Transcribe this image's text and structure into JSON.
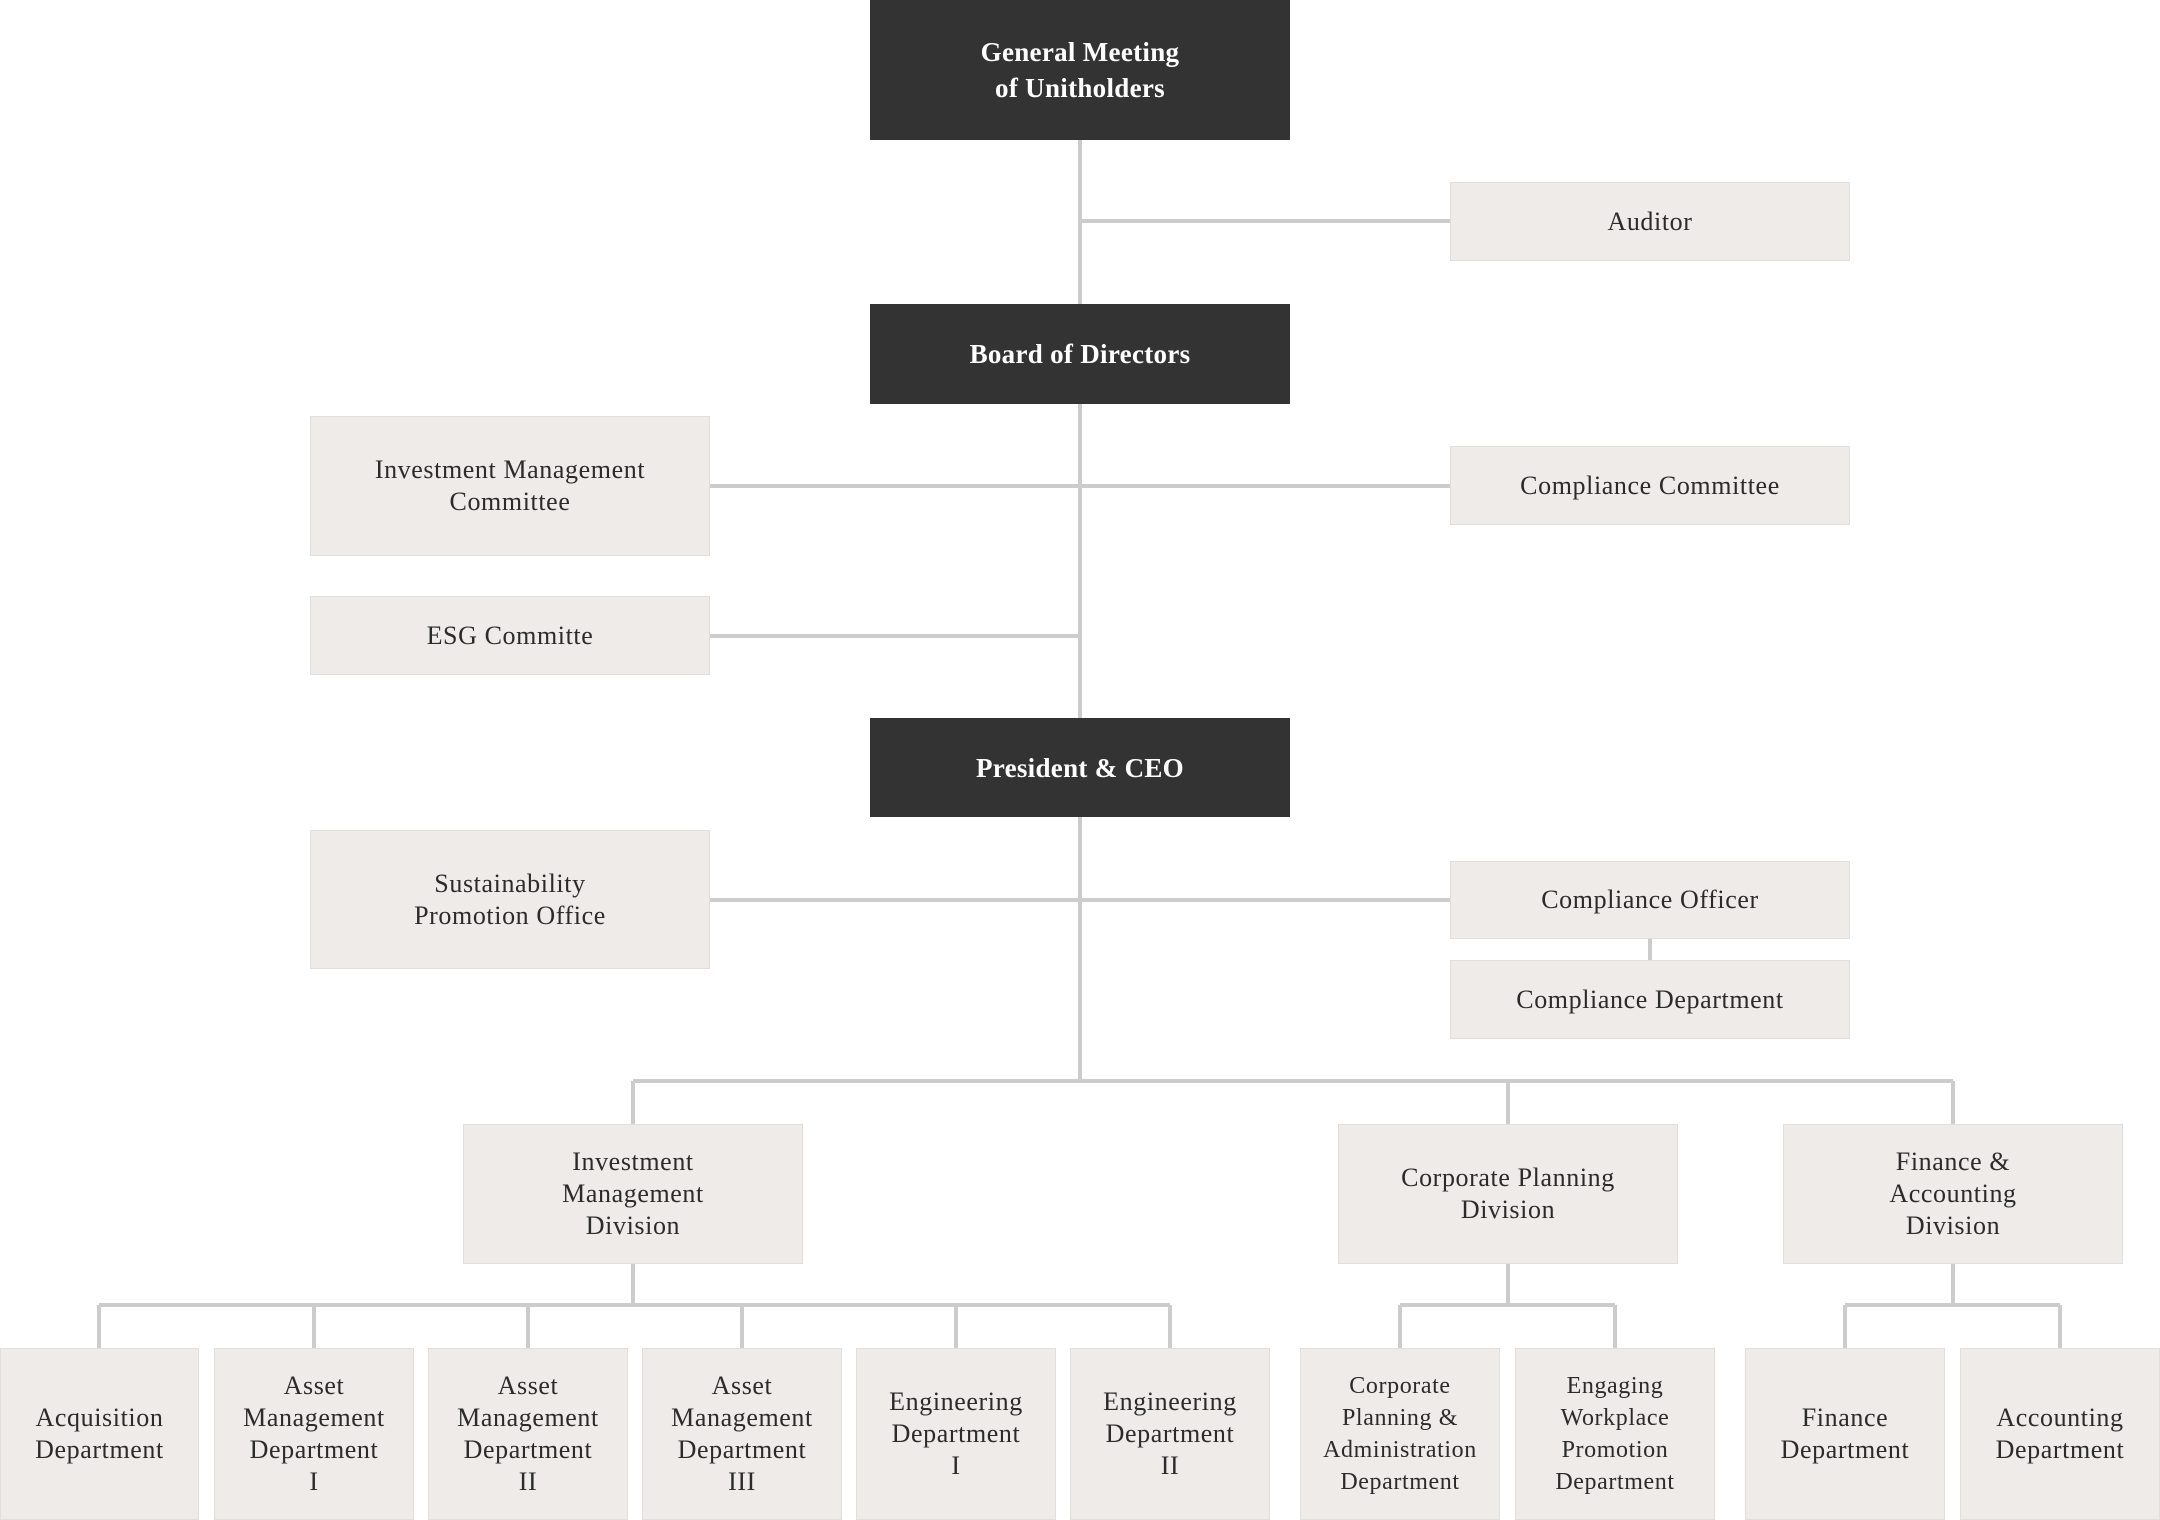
{
  "nodes": {
    "gm": "General Meeting\nof Unitholders",
    "auditor": "Auditor",
    "board": "Board of Directors",
    "imc": "Investment Management\nCommittee",
    "cc": "Compliance Committee",
    "esg": "ESG Committe",
    "ceo": "President & CEO",
    "spo": "Sustainability\nPromotion Office",
    "co": "Compliance Officer",
    "cd": "Compliance Department",
    "imd": "Investment\nManagement\nDivision",
    "cpd": "Corporate Planning\nDivision",
    "fad": "Finance &\nAccounting\nDivision",
    "acq": "Acquisition\nDepartment",
    "am1": "Asset\nManagement\nDepartment\nI",
    "am2": "Asset\nManagement\nDepartment\nII",
    "am3": "Asset\nManagement\nDepartment\nIII",
    "eng1": "Engineering\nDepartment\nI",
    "eng2": "Engineering\nDepartment\nII",
    "cpad": "Corporate\nPlanning &\nAdministration\nDepartment",
    "ewpd": "Engaging\nWorkplace\nPromotion\nDepartment",
    "fin": "Finance\nDepartment",
    "acc": "Accounting\nDepartment"
  },
  "colors": {
    "dark_box": "#333333",
    "light_box": "#eeebe8",
    "connector": "#cccccc"
  }
}
